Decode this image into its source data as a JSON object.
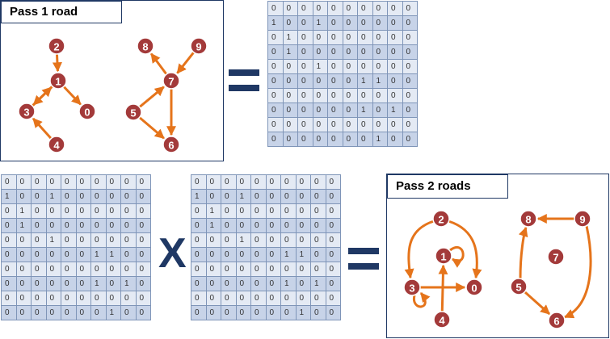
{
  "panel1": {
    "title": "Pass 1 road"
  },
  "panel2": {
    "title": "Pass 2 roads"
  },
  "operators": {
    "times": "X"
  },
  "colors": {
    "node": "#a33a3a",
    "edge": "#e5741b",
    "frame": "#1f3864"
  },
  "graph1": {
    "nodes": [
      "2",
      "1",
      "3",
      "0",
      "4",
      "8",
      "9",
      "7",
      "5",
      "6"
    ],
    "edges": [
      [
        "2",
        "1"
      ],
      [
        "3",
        "1"
      ],
      [
        "1",
        "3"
      ],
      [
        "1",
        "0"
      ],
      [
        "4",
        "3"
      ],
      [
        "9",
        "7"
      ],
      [
        "7",
        "8"
      ],
      [
        "5",
        "7"
      ],
      [
        "5",
        "6"
      ],
      [
        "7",
        "6"
      ]
    ]
  },
  "graph2": {
    "nodes": [
      "2",
      "1",
      "3",
      "0",
      "4",
      "8",
      "9",
      "7",
      "5",
      "6"
    ],
    "edges": [
      [
        "2",
        "3"
      ],
      [
        "2",
        "0"
      ],
      [
        "1",
        "1"
      ],
      [
        "3",
        "3"
      ],
      [
        "3",
        "0"
      ],
      [
        "4",
        "1"
      ],
      [
        "9",
        "8"
      ],
      [
        "5",
        "8"
      ],
      [
        "5",
        "6"
      ],
      [
        "9",
        "6"
      ]
    ]
  },
  "matrices": {
    "result": [
      [
        "0",
        "0",
        "0",
        "0",
        "0",
        "0",
        "0",
        "0",
        "0",
        "0"
      ],
      [
        "1",
        "0",
        "0",
        "1",
        "0",
        "0",
        "0",
        "0",
        "0",
        "0"
      ],
      [
        "0",
        "1",
        "0",
        "0",
        "0",
        "0",
        "0",
        "0",
        "0",
        "0"
      ],
      [
        "0",
        "1",
        "0",
        "0",
        "0",
        "0",
        "0",
        "0",
        "0",
        "0"
      ],
      [
        "0",
        "0",
        "0",
        "1",
        "0",
        "0",
        "0",
        "0",
        "0",
        "0"
      ],
      [
        "0",
        "0",
        "0",
        "0",
        "0",
        "0",
        "1",
        "1",
        "0",
        "0"
      ],
      [
        "0",
        "0",
        "0",
        "0",
        "0",
        "0",
        "0",
        "0",
        "0",
        "0"
      ],
      [
        "0",
        "0",
        "0",
        "0",
        "0",
        "0",
        "1",
        "0",
        "1",
        "0"
      ],
      [
        "0",
        "0",
        "0",
        "0",
        "0",
        "0",
        "0",
        "0",
        "0",
        "0"
      ],
      [
        "0",
        "0",
        "0",
        "0",
        "0",
        "0",
        "0",
        "1",
        "0",
        "0"
      ]
    ],
    "left": [
      [
        "0",
        "0",
        "0",
        "0",
        "0",
        "0",
        "0",
        "0",
        "0",
        "0"
      ],
      [
        "1",
        "0",
        "0",
        "1",
        "0",
        "0",
        "0",
        "0",
        "0",
        "0"
      ],
      [
        "0",
        "1",
        "0",
        "0",
        "0",
        "0",
        "0",
        "0",
        "0",
        "0"
      ],
      [
        "0",
        "1",
        "0",
        "0",
        "0",
        "0",
        "0",
        "0",
        "0",
        "0"
      ],
      [
        "0",
        "0",
        "0",
        "1",
        "0",
        "0",
        "0",
        "0",
        "0",
        "0"
      ],
      [
        "0",
        "0",
        "0",
        "0",
        "0",
        "0",
        "1",
        "1",
        "0",
        "0"
      ],
      [
        "0",
        "0",
        "0",
        "0",
        "0",
        "0",
        "0",
        "0",
        "0",
        "0"
      ],
      [
        "0",
        "0",
        "0",
        "0",
        "0",
        "0",
        "1",
        "0",
        "1",
        "0"
      ],
      [
        "0",
        "0",
        "0",
        "0",
        "0",
        "0",
        "0",
        "0",
        "0",
        "0"
      ],
      [
        "0",
        "0",
        "0",
        "0",
        "0",
        "0",
        "0",
        "1",
        "0",
        "0"
      ]
    ],
    "right": [
      [
        "0",
        "0",
        "0",
        "0",
        "0",
        "0",
        "0",
        "0",
        "0",
        "0"
      ],
      [
        "1",
        "0",
        "0",
        "1",
        "0",
        "0",
        "0",
        "0",
        "0",
        "0"
      ],
      [
        "0",
        "1",
        "0",
        "0",
        "0",
        "0",
        "0",
        "0",
        "0",
        "0"
      ],
      [
        "0",
        "1",
        "0",
        "0",
        "0",
        "0",
        "0",
        "0",
        "0",
        "0"
      ],
      [
        "0",
        "0",
        "0",
        "1",
        "0",
        "0",
        "0",
        "0",
        "0",
        "0"
      ],
      [
        "0",
        "0",
        "0",
        "0",
        "0",
        "0",
        "1",
        "1",
        "0",
        "0"
      ],
      [
        "0",
        "0",
        "0",
        "0",
        "0",
        "0",
        "0",
        "0",
        "0",
        "0"
      ],
      [
        "0",
        "0",
        "0",
        "0",
        "0",
        "0",
        "1",
        "0",
        "1",
        "0"
      ],
      [
        "0",
        "0",
        "0",
        "0",
        "0",
        "0",
        "0",
        "0",
        "0",
        "0"
      ],
      [
        "0",
        "0",
        "0",
        "0",
        "0",
        "0",
        "0",
        "1",
        "0",
        "0"
      ]
    ]
  }
}
